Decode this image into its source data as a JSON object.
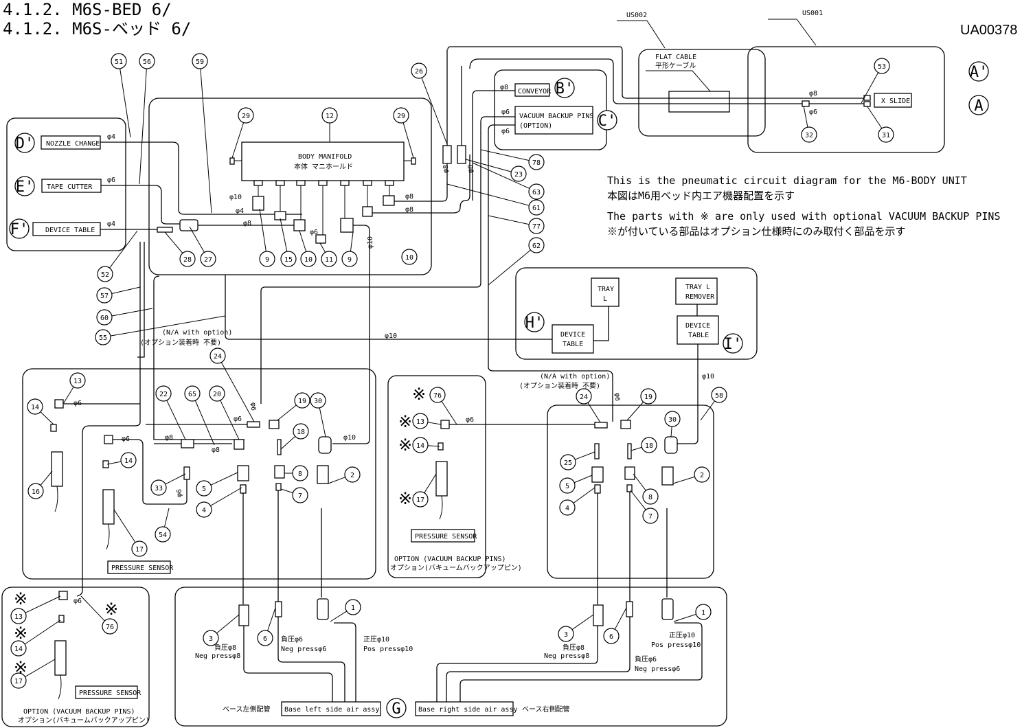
{
  "header": {
    "title_en": "4.1.2. M6S-BED 6/",
    "title_jp": "4.1.2. M6S-ベッド 6/",
    "doc_id": "UA00378"
  },
  "notes": {
    "line1_en": "This is the pneumatic circuit diagram for the M6-BODY UNIT",
    "line1_jp": "本図はM6用ベッド内エア機器配置を示す",
    "line2_en": "The parts with ※ are only used with optional VACUUM BACKUP PINS",
    "line2_jp": "※が付いている部品はオプション仕様時にのみ取付く部品を示す"
  },
  "units": {
    "us002": "US002",
    "us001": "US001",
    "flat_cable_en": "FLAT CABLE",
    "flat_cable_jp": "平形ケーブル",
    "x_slide": "X SLIDE"
  },
  "ports": {
    "A": "A",
    "A_prime": "A'",
    "B_prime": "B'",
    "C_prime": "C'",
    "D_prime": "D'",
    "E_prime": "E'",
    "F_prime": "F'",
    "G": "G",
    "H_prime": "H'",
    "I_prime": "I'"
  },
  "boxes": {
    "conveyor": "CONVEYOR",
    "vacuum_backup_1": "VACUUM BACKUP PINS",
    "vacuum_backup_2": "(OPTION)",
    "nozzle_change": "NOZZLE CHANGE",
    "tape_cutter": "TAPE CUTTER",
    "device_table": "DEVICE TABLE",
    "manifold_en": "BODY MANIFOLD",
    "manifold_jp": "本体 マニホールド",
    "tray_l_1": "TRAY",
    "tray_l_2": "L",
    "tray_remover_1": "TRAY L",
    "tray_remover_2": "REMOVER",
    "device_1": "DEVICE",
    "device_2": "TABLE",
    "pressure_sensor": "PRESSURE SENSOR",
    "base_left": "Base left side air assy",
    "base_right": "Base right side air assy",
    "base_left_jp": "ベース左側配管",
    "base_right_jp": "ベース右側配管"
  },
  "annotations": {
    "na_option_en": "(N/A with option)",
    "na_option_jp": "(オプション装着時 不要)",
    "option_en": "OPTION (VACUUM BACKUP PINS)",
    "option_jp": "オプション(バキュームバックアップピン)",
    "neg8_jp": "負圧φ8",
    "neg8_en": "Neg pressφ8",
    "neg6_jp": "負圧φ6",
    "neg6_en": "Neg pressφ6",
    "pos10_jp": "正圧φ10",
    "pos10_en": "Pos pressφ10",
    "asterisk": "※"
  },
  "tubes": {
    "d4": "φ4",
    "d6": "φ6",
    "d8": "φ8",
    "d10": "φ10"
  },
  "balloons": [
    {
      "id": "b51",
      "n": "51"
    },
    {
      "id": "b56",
      "n": "56"
    },
    {
      "id": "b59",
      "n": "59"
    },
    {
      "id": "b26",
      "n": "26"
    },
    {
      "id": "b29a",
      "n": "29"
    },
    {
      "id": "b12",
      "n": "12"
    },
    {
      "id": "b29b",
      "n": "29"
    },
    {
      "id": "b78",
      "n": "78"
    },
    {
      "id": "b23",
      "n": "23"
    },
    {
      "id": "b63",
      "n": "63"
    },
    {
      "id": "b61",
      "n": "61"
    },
    {
      "id": "b77",
      "n": "77"
    },
    {
      "id": "b62",
      "n": "62"
    },
    {
      "id": "b28",
      "n": "28"
    },
    {
      "id": "b27",
      "n": "27"
    },
    {
      "id": "b9a",
      "n": "9"
    },
    {
      "id": "b15",
      "n": "15"
    },
    {
      "id": "b10a",
      "n": "10"
    },
    {
      "id": "b11",
      "n": "11"
    },
    {
      "id": "b9b",
      "n": "9"
    },
    {
      "id": "b10b",
      "n": "10"
    },
    {
      "id": "b52",
      "n": "52"
    },
    {
      "id": "b57",
      "n": "57"
    },
    {
      "id": "b60",
      "n": "60"
    },
    {
      "id": "b55",
      "n": "55"
    },
    {
      "id": "b53",
      "n": "53"
    },
    {
      "id": "b32",
      "n": "32"
    },
    {
      "id": "b31",
      "n": "31"
    },
    {
      "id": "b13",
      "n": "13"
    },
    {
      "id": "b14a",
      "n": "14"
    },
    {
      "id": "b14b",
      "n": "14"
    },
    {
      "id": "b16",
      "n": "16"
    },
    {
      "id": "b17",
      "n": "17"
    },
    {
      "id": "b22",
      "n": "22"
    },
    {
      "id": "b65",
      "n": "65"
    },
    {
      "id": "b20",
      "n": "20"
    },
    {
      "id": "b24a",
      "n": "24"
    },
    {
      "id": "b19a",
      "n": "19"
    },
    {
      "id": "b30a",
      "n": "30"
    },
    {
      "id": "b18a",
      "n": "18"
    },
    {
      "id": "b33",
      "n": "33"
    },
    {
      "id": "b54",
      "n": "54"
    },
    {
      "id": "b5a",
      "n": "5"
    },
    {
      "id": "b4a",
      "n": "4"
    },
    {
      "id": "b8a",
      "n": "8"
    },
    {
      "id": "b7a",
      "n": "7"
    },
    {
      "id": "b2a",
      "n": "2"
    },
    {
      "id": "b76a",
      "n": "76"
    },
    {
      "id": "b13b",
      "n": "13"
    },
    {
      "id": "b14c",
      "n": "14"
    },
    {
      "id": "b17b",
      "n": "17"
    },
    {
      "id": "b24b",
      "n": "24"
    },
    {
      "id": "b19b",
      "n": "19"
    },
    {
      "id": "b30b",
      "n": "30"
    },
    {
      "id": "b58",
      "n": "58"
    },
    {
      "id": "b18b",
      "n": "18"
    },
    {
      "id": "b25",
      "n": "25"
    },
    {
      "id": "b5b",
      "n": "5"
    },
    {
      "id": "b4b",
      "n": "4"
    },
    {
      "id": "b8b",
      "n": "8"
    },
    {
      "id": "b7b",
      "n": "7"
    },
    {
      "id": "b2b",
      "n": "2"
    },
    {
      "id": "b13c",
      "n": "13"
    },
    {
      "id": "b76b",
      "n": "76"
    },
    {
      "id": "b14d",
      "n": "14"
    },
    {
      "id": "b17c",
      "n": "17"
    },
    {
      "id": "b3a",
      "n": "3"
    },
    {
      "id": "b6a",
      "n": "6"
    },
    {
      "id": "b1a",
      "n": "1"
    },
    {
      "id": "b3b",
      "n": "3"
    },
    {
      "id": "b6b",
      "n": "6"
    },
    {
      "id": "b1b",
      "n": "1"
    }
  ]
}
